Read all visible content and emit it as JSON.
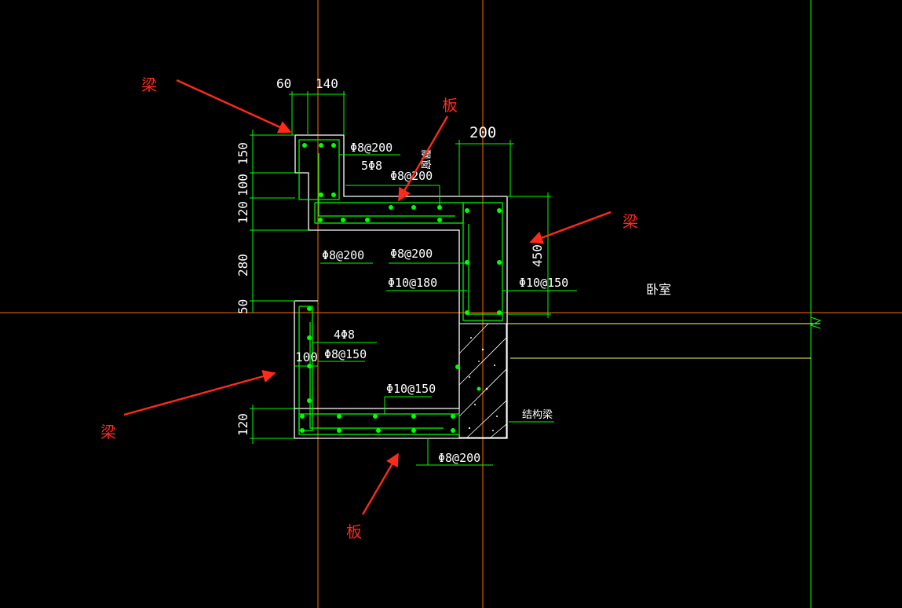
{
  "colors": {
    "background": "#000000",
    "axis_line": "#ff6a00",
    "rebar_line": "#00ff00",
    "outline": "#ffffff",
    "wall_line": "#ffff66",
    "annotation": "#ff2a1a",
    "dimension": "#00ff00"
  },
  "dimensions": {
    "top_60": "60",
    "top_140": "140",
    "top_200": "200",
    "left_150": "150",
    "left_100": "100",
    "left_120": "120",
    "left_280": "280",
    "left_50": "50",
    "left_120_bottom": "120",
    "inner_100": "100",
    "right_450": "450"
  },
  "rebar_labels": {
    "r1": "Φ8@200",
    "r2": "5Φ8",
    "r3": "Φ8@200",
    "r4": "Φ8@200",
    "r5": "Φ8@200",
    "r6": "Φ10@180",
    "r7": "Φ10@150",
    "r8": "4Φ8",
    "r9": "Φ8@150",
    "r10": "Φ10@150",
    "r11": "Φ8@200"
  },
  "room_labels": {
    "bay_window": "飘窗",
    "bedroom": "卧室",
    "structural_beam": "结构梁"
  },
  "annotations": {
    "beam_top_left": "梁",
    "slab_top": "板",
    "beam_right": "梁",
    "beam_bottom_left": "梁",
    "slab_bottom": "板"
  }
}
